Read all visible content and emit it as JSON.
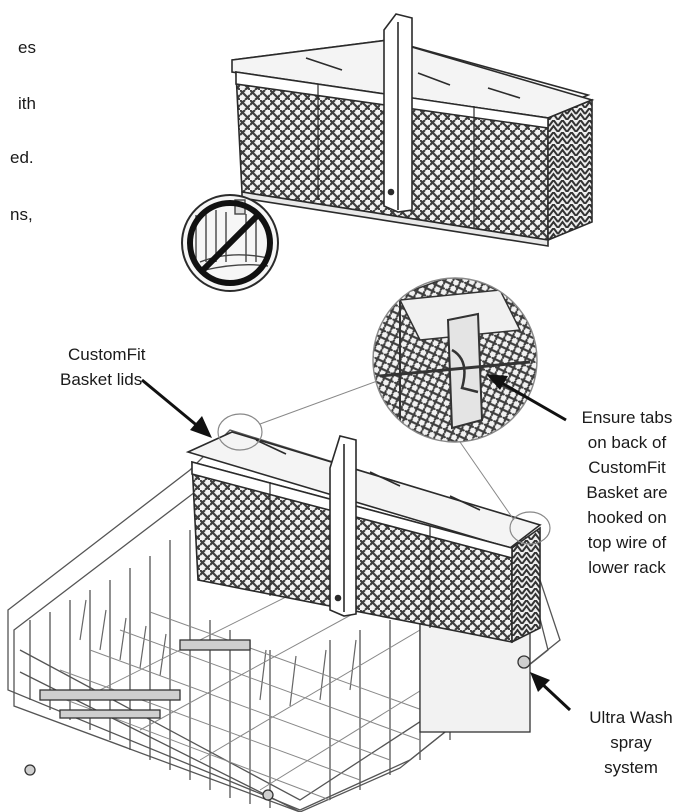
{
  "left_text_fragments": [
    "es",
    "ith",
    "ed.",
    "ns,"
  ],
  "labels": {
    "customfit_lids": [
      "CustomFit",
      "Basket lids"
    ],
    "ensure_tabs": [
      "Ensure tabs",
      "on back of",
      "CustomFit",
      "Basket are",
      "hooked on",
      "top wire of",
      "lower rack"
    ],
    "ultra_wash": [
      "Ultra Wash",
      "spray",
      "system"
    ]
  },
  "icons": {
    "prohibited": "no-symbol-icon",
    "arrows": "arrow-icon"
  },
  "colors": {
    "line": "#2b2b2b",
    "weave": "#4a4a4a",
    "rack": "#555555",
    "background": "#ffffff"
  }
}
